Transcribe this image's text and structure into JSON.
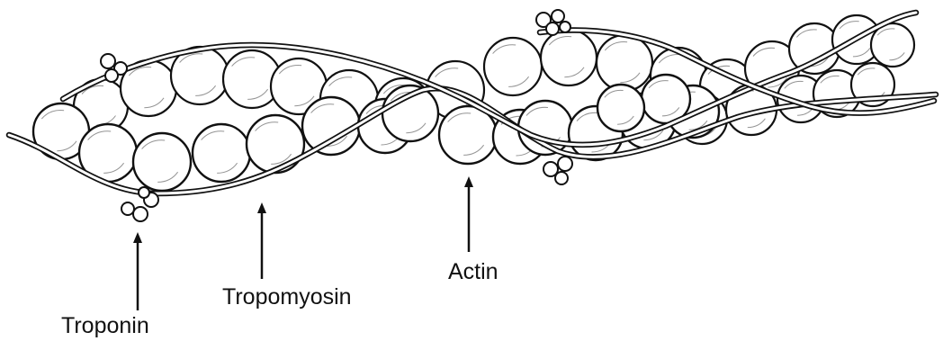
{
  "labels": {
    "troponin": "Troponin",
    "tropomyosin": "Tropomyosin",
    "actin": "Actin"
  },
  "colors": {
    "ink": "#111111",
    "bead_fill": "#ffffff",
    "background": "#ffffff"
  }
}
